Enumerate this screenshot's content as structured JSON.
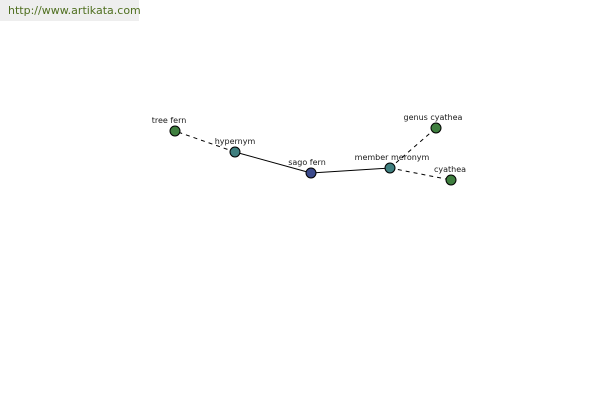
{
  "source": {
    "url_text": "http://www.artikata.com"
  },
  "colors": {
    "link": "#4f6f1f",
    "edge": "#000000",
    "label": "#1a1a1a",
    "node_outline": "#000000",
    "node_center": "#3b4a8c",
    "node_relation": "#3f7f7f",
    "node_term": "#3f7f3f"
  },
  "nodes": [
    {
      "id": "sago_fern",
      "label": "sago fern",
      "kind": "center"
    },
    {
      "id": "hypernym",
      "label": "hypernym",
      "kind": "relation"
    },
    {
      "id": "tree_fern",
      "label": "tree fern",
      "kind": "term"
    },
    {
      "id": "member_meronym",
      "label": "member meronym",
      "kind": "relation"
    },
    {
      "id": "genus_cyathea",
      "label": "genus cyathea",
      "kind": "term"
    },
    {
      "id": "cyathea",
      "label": "cyathea",
      "kind": "term"
    }
  ],
  "edges": [
    {
      "from": "sago_fern",
      "to": "hypernym",
      "style": "solid"
    },
    {
      "from": "hypernym",
      "to": "tree_fern",
      "style": "dashed"
    },
    {
      "from": "sago_fern",
      "to": "member_meronym",
      "style": "solid"
    },
    {
      "from": "member_meronym",
      "to": "genus_cyathea",
      "style": "dashed"
    },
    {
      "from": "member_meronym",
      "to": "cyathea",
      "style": "dashed"
    }
  ]
}
